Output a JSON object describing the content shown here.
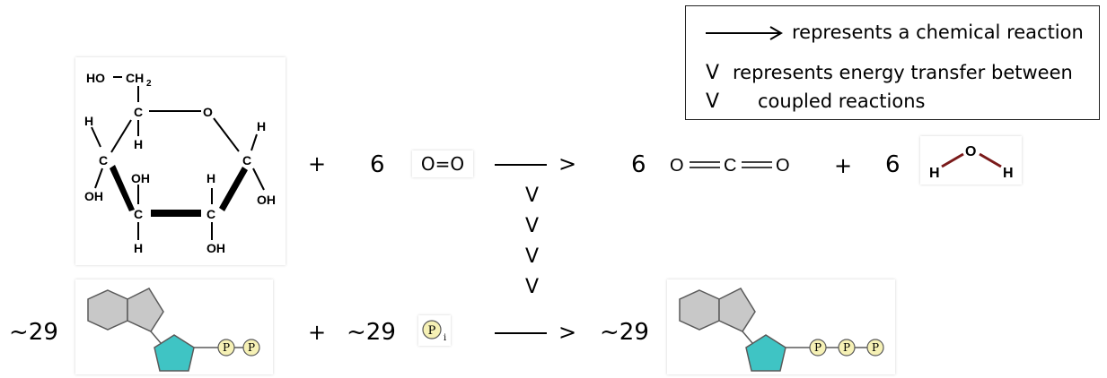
{
  "legend": {
    "reaction_text": "represents a chemical reaction",
    "coupling_symbol": "V",
    "coupling_text_line1": "represents energy transfer between",
    "coupling_text_line2": "coupled reactions"
  },
  "top_reaction": {
    "reactant1": {
      "name": "glucose",
      "labels": {
        "ho_ch2": "HO",
        "ch2": "CH",
        "ch2_sub": "2",
        "c": "C",
        "o": "O",
        "h": "H",
        "oh": "OH"
      }
    },
    "plus1": "+",
    "reactant2": {
      "coefficient": "6",
      "formula": "O=O"
    },
    "arrow_tip": ">",
    "product1": {
      "coefficient": "6",
      "formula_left": "O",
      "formula_mid": "C",
      "formula_right": "O"
    },
    "plus2": "+",
    "product2": {
      "coefficient": "6",
      "o": "O",
      "h": "H"
    }
  },
  "coupling_column": [
    "V",
    "V",
    "V",
    "V"
  ],
  "bottom_reaction": {
    "reactant1": {
      "coefficient": "~29",
      "name": "ADP",
      "phosphate_label": "P"
    },
    "plus": "+",
    "reactant2": {
      "coefficient": "~29",
      "symbol": "P",
      "subscript": "i"
    },
    "arrow_tip": ">",
    "product": {
      "coefficient": "~29",
      "name": "ATP",
      "phosphate_label": "P"
    }
  },
  "colors": {
    "ring_gray": "#c8c8c8",
    "ring_stroke": "#5a5a5a",
    "ribose_teal": "#3fc4c4",
    "phosphate_fill": "#f6f1b5",
    "water_bond": "#7a1a1a"
  }
}
